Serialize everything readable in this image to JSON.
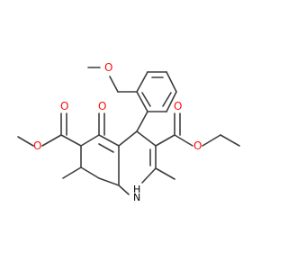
{
  "molecule": {
    "atom_labels": {
      "ome_o": "O",
      "ketone_o": "O",
      "ester_left_carbonyl_o": "O",
      "ester_left_single_o": "O",
      "ester_right_carbonyl_o": "O",
      "ester_right_single_o": "O",
      "nh_n": "N",
      "nh_h": "H"
    },
    "colors": {
      "bond": "#3d3d3d",
      "oxygen": "#ff0d0d",
      "nitrogen": "#000000"
    }
  }
}
